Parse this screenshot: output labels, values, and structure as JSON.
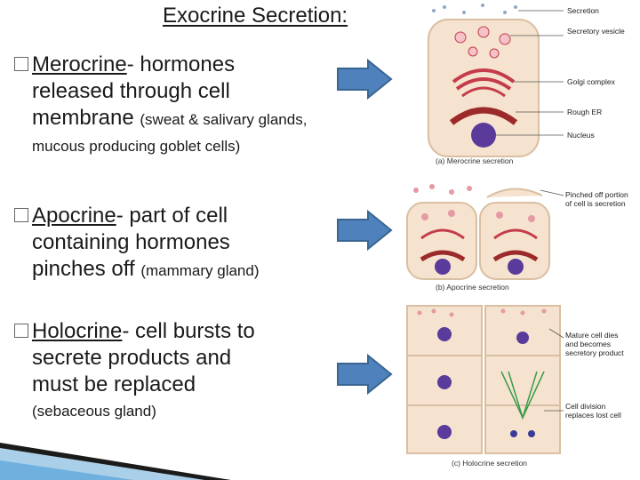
{
  "title": "Exocrine Secretion:",
  "bullets": [
    {
      "term": "Merocrine",
      "rest_first": "- hormones",
      "rest_lines": [
        "released through cell",
        "membrane"
      ],
      "paren_inline": "(sweat & salivary glands,",
      "paren_next": "mucous producing goblet cells)"
    },
    {
      "term": "Apocrine",
      "rest_first": "- part of cell",
      "rest_lines": [
        "containing hormones",
        "pinches off"
      ],
      "paren_inline": "(mammary gland)"
    },
    {
      "term": "Holocrine",
      "rest_first": "- cell bursts to",
      "rest_lines": [
        "secrete products and",
        "must be replaced"
      ],
      "paren_next": "(sebaceous gland)"
    }
  ],
  "figure": {
    "merocrine_labels": [
      "Secretion",
      "Secretory vesicle",
      "Golgi complex",
      "Rough ER",
      "Nucleus"
    ],
    "merocrine_caption": "(a) Merocrine secretion",
    "apocrine_label": "Pinched off portion of cell is secretion",
    "apocrine_caption": "(b) Apocrine secretion",
    "holocrine_label_1": "Mature cell dies and becomes secretory product",
    "holocrine_label_2": "Cell division replaces lost cell",
    "holocrine_caption": "(c) Holocrine secretion"
  },
  "colors": {
    "arrow_fill": "#4f81bd",
    "arrow_stroke": "#3a6592",
    "cell_fill": "#f6e3cf",
    "nucleus": "#5a3a9a",
    "organelle": "#c43c4a"
  },
  "icons": [
    "bullet-square-icon",
    "right-arrow-icon"
  ]
}
